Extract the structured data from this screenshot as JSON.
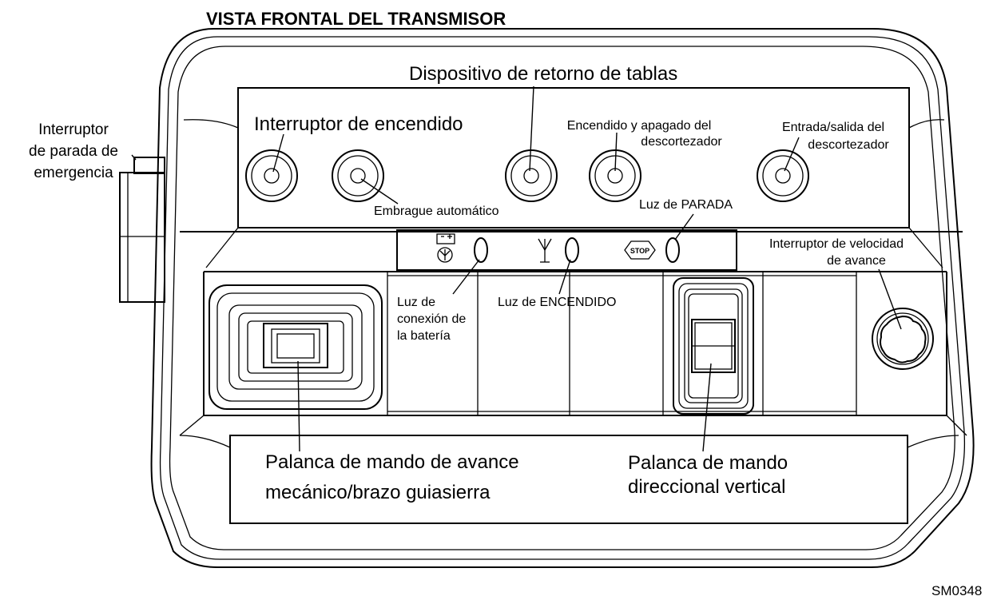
{
  "title": "VISTA FRONTAL DEL TRANSMISOR",
  "figure_code": "SM0348",
  "labels": {
    "emergency_stop": [
      "Interruptor",
      "de parada de",
      "emergencia"
    ],
    "power_switch": "Interruptor de encendido",
    "board_return": "Dispositivo de retorno de tablas",
    "debarker_on_off": [
      "Encendido y apagado del",
      "descortezador"
    ],
    "debarker_in_out": [
      "Entrada/salida del",
      "descortezador"
    ],
    "auto_clutch": "Embrague automático",
    "stop_light": "Luz de PARADA",
    "feed_speed": [
      "Interruptor de velocidad",
      "de avance"
    ],
    "battery_light": [
      "Luz de",
      "conexión de",
      "la batería"
    ],
    "power_light": "Luz de ENCENDIDO",
    "feed_lever": [
      "Palanca de mando de avance",
      "mecánico/brazo guiasierra"
    ],
    "vertical_lever": [
      "Palanca de mando",
      "direccional vertical"
    ]
  },
  "icons": {
    "battery_symbol": "battery-icon",
    "power_symbol": "antenna-icon",
    "stop_symbol": "STOP"
  }
}
